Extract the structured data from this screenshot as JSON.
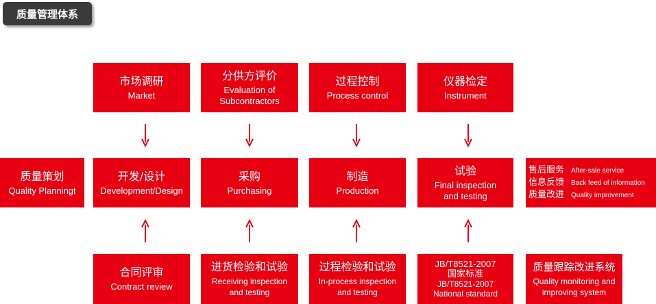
{
  "title": "质量管理体系",
  "colors": {
    "box": "#e60012",
    "arrow": "#e60012",
    "title_bg": "#3a3a3a"
  },
  "top_row": [
    {
      "zh": "市场调研",
      "en": [
        "Market"
      ]
    },
    {
      "zh": "分供方评价",
      "en": [
        "Evaluation of",
        "Subcontractors"
      ]
    },
    {
      "zh": "过程控制",
      "en": [
        "Process control"
      ]
    },
    {
      "zh": "仪器检定",
      "en": [
        "Instrument"
      ]
    }
  ],
  "middle_row": [
    {
      "zh": "质量策划",
      "en": [
        "Quality Planningt"
      ]
    },
    {
      "zh": "开发/设计",
      "en": [
        "Development/Design"
      ]
    },
    {
      "zh": "采购",
      "en": [
        "Purchasing"
      ]
    },
    {
      "zh": "制造",
      "en": [
        "Production"
      ]
    },
    {
      "zh": "试验",
      "en": [
        "Final inspection",
        "and testing"
      ]
    }
  ],
  "service": [
    {
      "zh": "售后服务",
      "en": "After-sale service"
    },
    {
      "zh": "信息反馈",
      "en": "Back feed of information"
    },
    {
      "zh": "质量改进",
      "en": "Quality improvement"
    }
  ],
  "bottom_row": [
    {
      "zh": "合同评审",
      "en": [
        "Contract review"
      ]
    },
    {
      "zh": "进货检验和试验",
      "en": [
        "Receiving inspection",
        "and testing"
      ]
    },
    {
      "zh": "过程检验和试验",
      "en": [
        "In-process inspection",
        "and testing"
      ]
    },
    {
      "lines": [
        "JB/T8521-2007",
        "国家标准",
        "JB/T8521-2007",
        "National standard"
      ]
    },
    {
      "zh": "质量跟踪改进系统",
      "en": [
        "Quality monitoring and",
        "improving system"
      ]
    }
  ]
}
